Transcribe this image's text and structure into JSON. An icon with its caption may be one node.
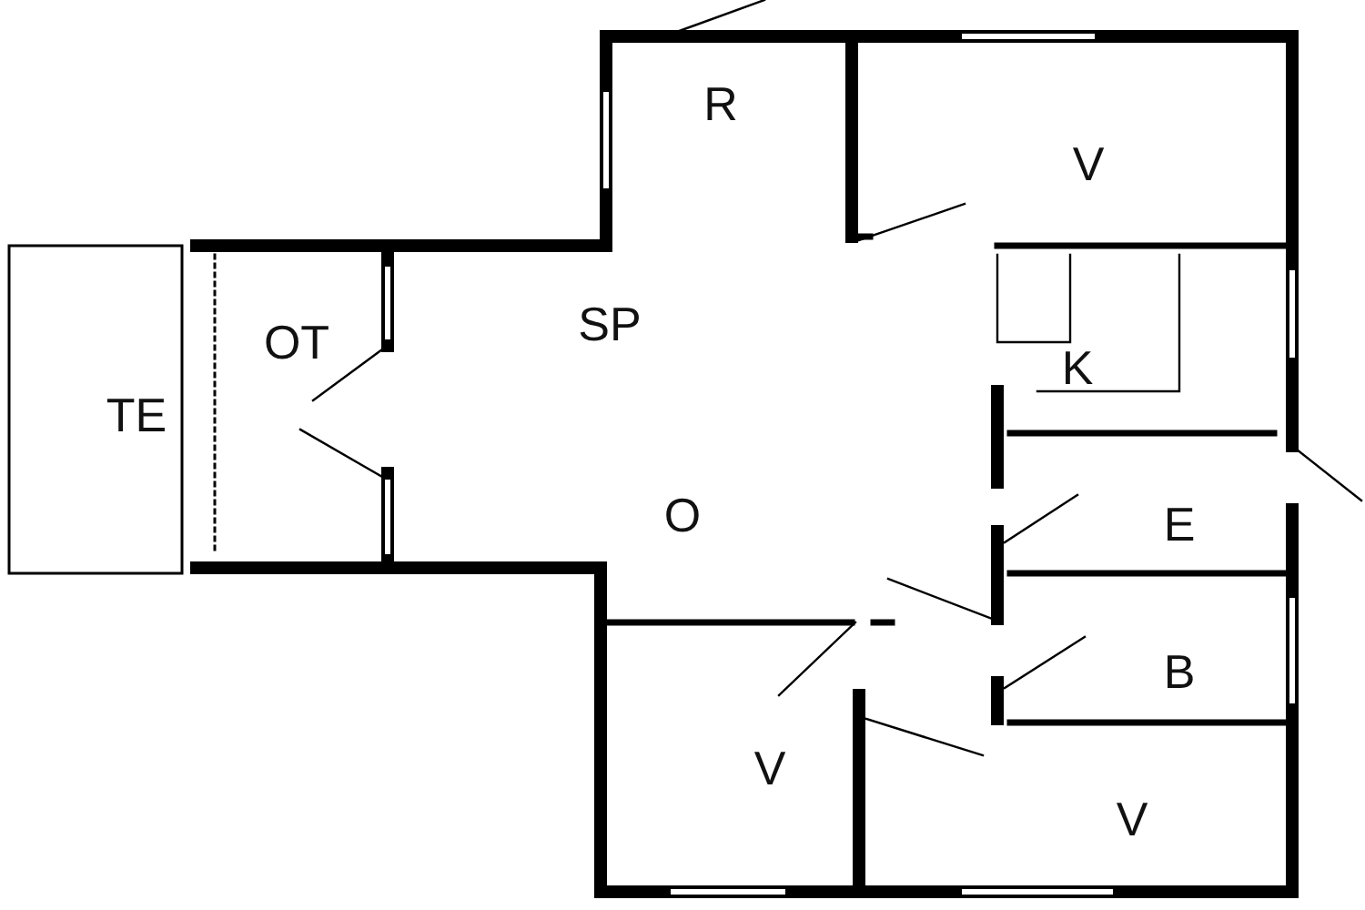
{
  "diagram": {
    "labels": [
      "R",
      "V",
      "SP",
      "OT",
      "K",
      "TE",
      "O",
      "E",
      "B",
      "V",
      "V"
    ]
  }
}
